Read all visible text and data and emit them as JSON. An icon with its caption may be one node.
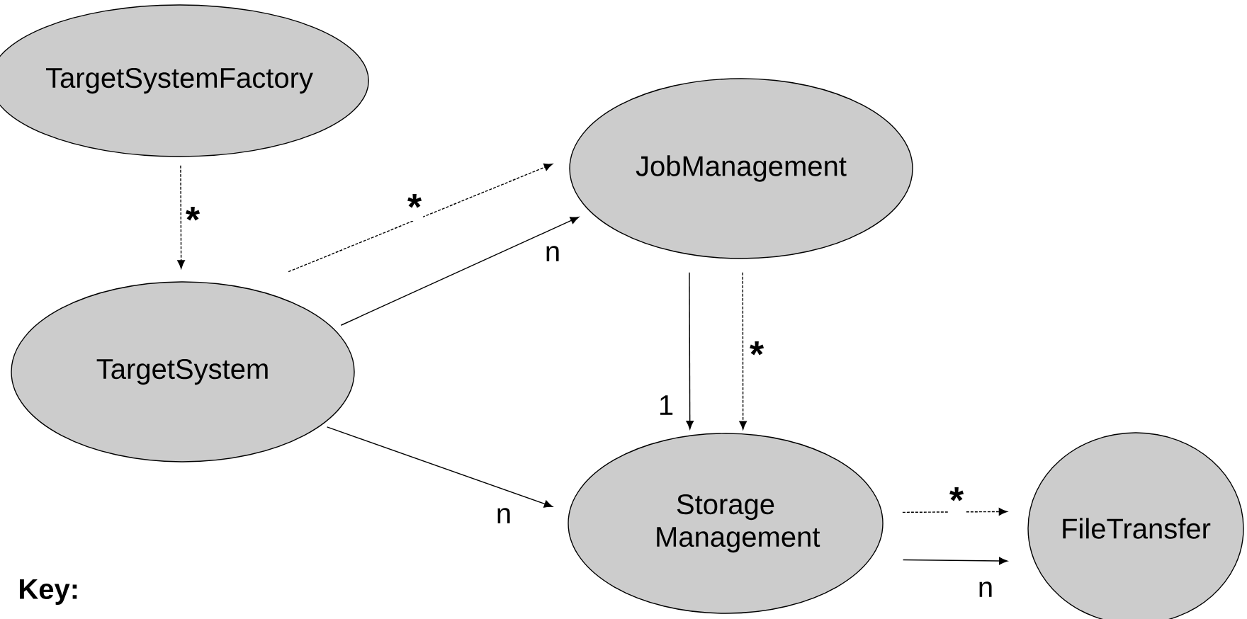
{
  "diagram": {
    "nodes": [
      {
        "text": [
          "TargetSystemFactory"
        ]
      },
      {
        "text": [
          "JobManagement"
        ]
      },
      {
        "text": [
          "TargetSystem"
        ]
      },
      {
        "text": [
          "Storage Management"
        ]
      },
      {
        "text": [
          "FileTransfer"
        ]
      }
    ],
    "edges": [
      {
        "from": 0,
        "to": 2,
        "arrow": "to",
        "style": "dashed",
        "label": "*"
      },
      {
        "from": 2,
        "to": 1,
        "arrow": "to",
        "style": "dashed",
        "label": "*"
      },
      {
        "from": 2,
        "to": 1,
        "arrow": "to",
        "label": "n"
      },
      {
        "from": 2,
        "to": 3,
        "arrow": "to",
        "label": "n"
      },
      {
        "from": 1,
        "to": 3,
        "arrow": "to",
        "label": "1"
      },
      {
        "from": 1,
        "to": 3,
        "arrow": "to",
        "style": "dashed",
        "label": "*"
      },
      {
        "from": 3,
        "to": 4,
        "arrow": "to",
        "style": "dashed",
        "label": "*"
      },
      {
        "from": 3,
        "to": 4,
        "arrow": "to",
        "label": "n"
      }
    ],
    "labels": [
      "Key:"
    ]
  }
}
